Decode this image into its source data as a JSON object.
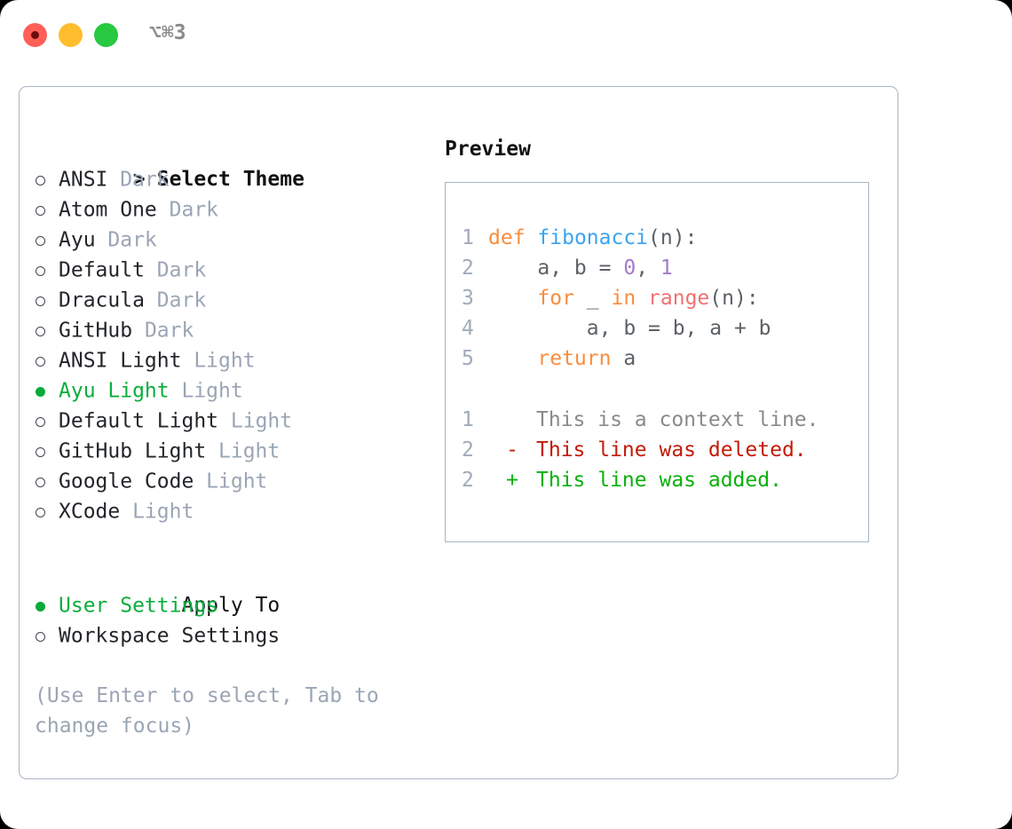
{
  "titlebar": {
    "shortcut": "⌥⌘3",
    "traffic_lights": [
      "close-red",
      "minimize-yellow",
      "maximize-green"
    ],
    "colors": {
      "red": "#ff5f57",
      "yellow": "#ffbd2e",
      "green": "#28c840",
      "recording_core": "#6d0d0d"
    }
  },
  "theme_section": {
    "marker": ">",
    "title": "Select Theme",
    "options": [
      {
        "marker": "○",
        "label": "ANSI",
        "badge": "Dark",
        "selected": false
      },
      {
        "marker": "○",
        "label": "Atom One",
        "badge": "Dark",
        "selected": false
      },
      {
        "marker": "○",
        "label": "Ayu",
        "badge": "Dark",
        "selected": false
      },
      {
        "marker": "○",
        "label": "Default",
        "badge": "Dark",
        "selected": false
      },
      {
        "marker": "○",
        "label": "Dracula",
        "badge": "Dark",
        "selected": false
      },
      {
        "marker": "○",
        "label": "GitHub",
        "badge": "Dark",
        "selected": false
      },
      {
        "marker": "○",
        "label": "ANSI Light",
        "badge": "Light",
        "selected": false
      },
      {
        "marker": "●",
        "label": "Ayu Light",
        "badge": "Light",
        "selected": true
      },
      {
        "marker": "○",
        "label": "Default Light",
        "badge": "Light",
        "selected": false
      },
      {
        "marker": "○",
        "label": "GitHub Light",
        "badge": "Light",
        "selected": false
      },
      {
        "marker": "○",
        "label": "Google Code",
        "badge": "Light",
        "selected": false
      },
      {
        "marker": "○",
        "label": "XCode",
        "badge": "Light",
        "selected": false
      }
    ]
  },
  "apply_section": {
    "title": "Apply To",
    "options": [
      {
        "marker": "●",
        "label": "User Settings",
        "selected": true
      },
      {
        "marker": "○",
        "label": "Workspace Settings",
        "selected": false
      }
    ]
  },
  "hint": "(Use Enter to select, Tab to change focus)",
  "preview": {
    "title": "Preview",
    "code_lines": [
      {
        "num": "1",
        "tokens": [
          {
            "t": "def",
            "c": "kw"
          },
          {
            "t": " ",
            "c": "pl"
          },
          {
            "t": "fibonacci",
            "c": "fn"
          },
          {
            "t": "(n):",
            "c": "pl"
          }
        ]
      },
      {
        "num": "2",
        "tokens": [
          {
            "t": "    a, b = ",
            "c": "pl"
          },
          {
            "t": "0",
            "c": "num"
          },
          {
            "t": ", ",
            "c": "pl"
          },
          {
            "t": "1",
            "c": "num"
          }
        ]
      },
      {
        "num": "3",
        "tokens": [
          {
            "t": "    ",
            "c": "pl"
          },
          {
            "t": "for",
            "c": "kw"
          },
          {
            "t": " _ ",
            "c": "pl"
          },
          {
            "t": "in",
            "c": "kw"
          },
          {
            "t": " ",
            "c": "pl"
          },
          {
            "t": "range",
            "c": "bi"
          },
          {
            "t": "(n):",
            "c": "pl"
          }
        ]
      },
      {
        "num": "4",
        "tokens": [
          {
            "t": "        a, b = b, a + b",
            "c": "pl"
          }
        ]
      },
      {
        "num": "5",
        "tokens": [
          {
            "t": "    ",
            "c": "pl"
          },
          {
            "t": "return",
            "c": "kw"
          },
          {
            "t": " a",
            "c": "pl"
          }
        ]
      }
    ],
    "diff_lines": [
      {
        "num": "1",
        "mark": " ",
        "text": "This is a context line.",
        "kind": "ctx"
      },
      {
        "num": "2",
        "mark": "-",
        "text": "This line was deleted.",
        "kind": "del"
      },
      {
        "num": "2",
        "mark": "+",
        "text": "This line was added.",
        "kind": "add"
      }
    ],
    "palette": {
      "keyword": "#fa8d3e",
      "function": "#3aa3f0",
      "number": "#a37acc",
      "builtin": "#f07171",
      "plain": "#5c6166",
      "linenum": "#a0aab8",
      "diff_context": "#8a8a8a",
      "diff_deleted": "#c21b08",
      "diff_added": "#0bb00b"
    }
  }
}
